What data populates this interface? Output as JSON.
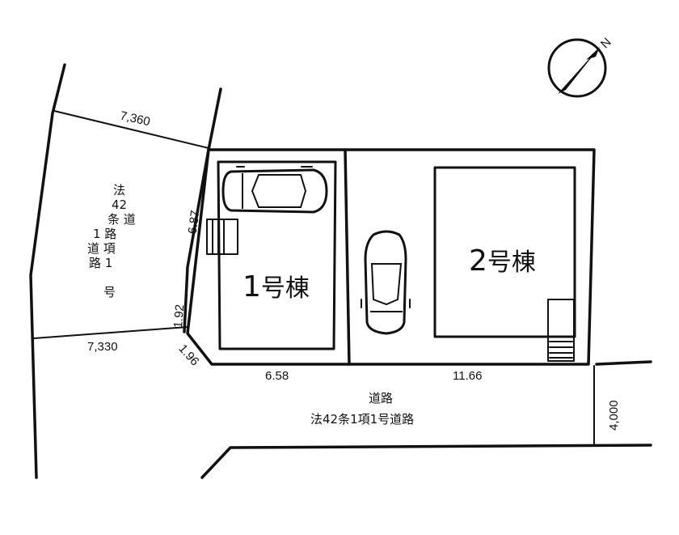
{
  "compass": {
    "label": "N",
    "icon": "north-arrow-icon"
  },
  "dimensions": {
    "top_frontage": "7,360",
    "left_side": "6.87",
    "corner_upper": "1.92",
    "corner_lower": "1.96",
    "bottom_frontage": "7,330",
    "lot1_front": "6.58",
    "lot2_front": "11.66",
    "road_width": "4,000"
  },
  "buildings": {
    "b1": {
      "number": "1",
      "suffix": "号棟"
    },
    "b2": {
      "number": "2",
      "suffix": "号棟"
    }
  },
  "side_road": {
    "lines": [
      "法",
      "42",
      "条 道",
      "1 路",
      "道 項",
      "路 1",
      "号"
    ]
  },
  "front_road": {
    "line1": "道路",
    "line2": "法42条1項1号道路"
  }
}
